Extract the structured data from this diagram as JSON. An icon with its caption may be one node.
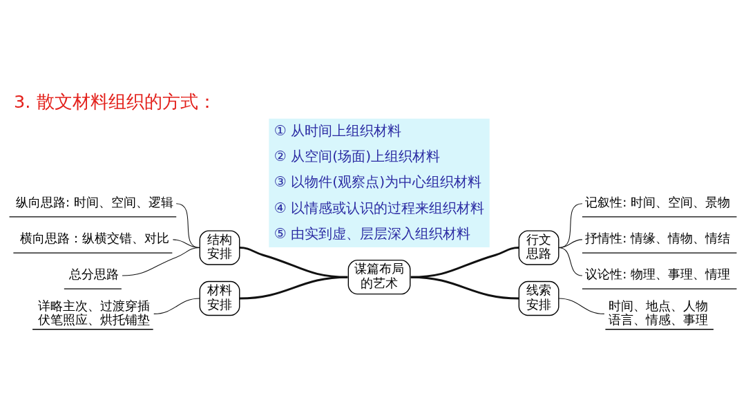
{
  "diagram": {
    "title": "3. 散文材料组织的方式：",
    "nodes": [
      {
        "text": [
          "纵向思路: 时间、空间、逻辑"
        ]
      },
      {
        "text": [
          "横向思路：纵横交错、对比"
        ]
      },
      {
        "text": [
          "总分思路"
        ]
      },
      {
        "text": [
          "结构安排"
        ]
      },
      {
        "text": [
          "详略主次、过渡穿插",
          "伏笔照应、烘托铺垫"
        ]
      },
      {
        "text": [
          "材料安排"
        ]
      },
      {
        "text": [
          "谋篇布局的艺术"
        ]
      },
      {
        "text": [
          "行文思路"
        ]
      },
      {
        "text": [
          "记叙性: 时间、空间、景物"
        ]
      },
      {
        "text": [
          "抒情性: 情缘、情物、情结"
        ]
      },
      {
        "text": [
          "议论性: 物理、事理、情理"
        ]
      },
      {
        "text": [
          "线索安排"
        ]
      },
      {
        "text": [
          "时间、地点、人物",
          "语言、情感、事理"
        ]
      }
    ],
    "edges": [
      {
        "from": 0,
        "to": 3,
        "arrow": "none"
      },
      {
        "from": 1,
        "to": 3,
        "arrow": "none"
      },
      {
        "from": 2,
        "to": 3,
        "arrow": "none"
      },
      {
        "from": 3,
        "to": 6,
        "arrow": "none",
        "style": "thick"
      },
      {
        "from": 4,
        "to": 5,
        "arrow": "none"
      },
      {
        "from": 5,
        "to": 6,
        "arrow": "none",
        "style": "thick"
      },
      {
        "from": 6,
        "to": 7,
        "arrow": "none",
        "style": "thick"
      },
      {
        "from": 6,
        "to": 11,
        "arrow": "none",
        "style": "thick"
      },
      {
        "from": 7,
        "to": 8,
        "arrow": "none"
      },
      {
        "from": 7,
        "to": 9,
        "arrow": "none"
      },
      {
        "from": 7,
        "to": 10,
        "arrow": "none"
      },
      {
        "from": 11,
        "to": 12,
        "arrow": "none"
      }
    ],
    "labels": [
      "① 从时间上组织材料",
      "② 从空间(场面)上组织材料",
      "③ 以物件(观察点)为中心组织材料",
      "④ 以情感或认识的过程来组织材料",
      "⑤ 由实到虚、层层深入组织材料"
    ]
  }
}
